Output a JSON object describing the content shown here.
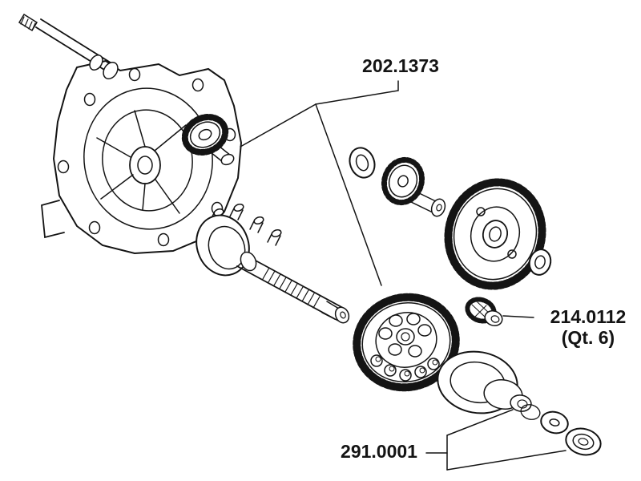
{
  "colors": {
    "ink": "#141414",
    "background": "#ffffff"
  },
  "diagram": {
    "part_labels": {
      "gear_kit": "202.1373",
      "bushing": "214.0112",
      "bushing_qty": "(Qt. 6)",
      "washer_kit": "291.0001"
    }
  }
}
